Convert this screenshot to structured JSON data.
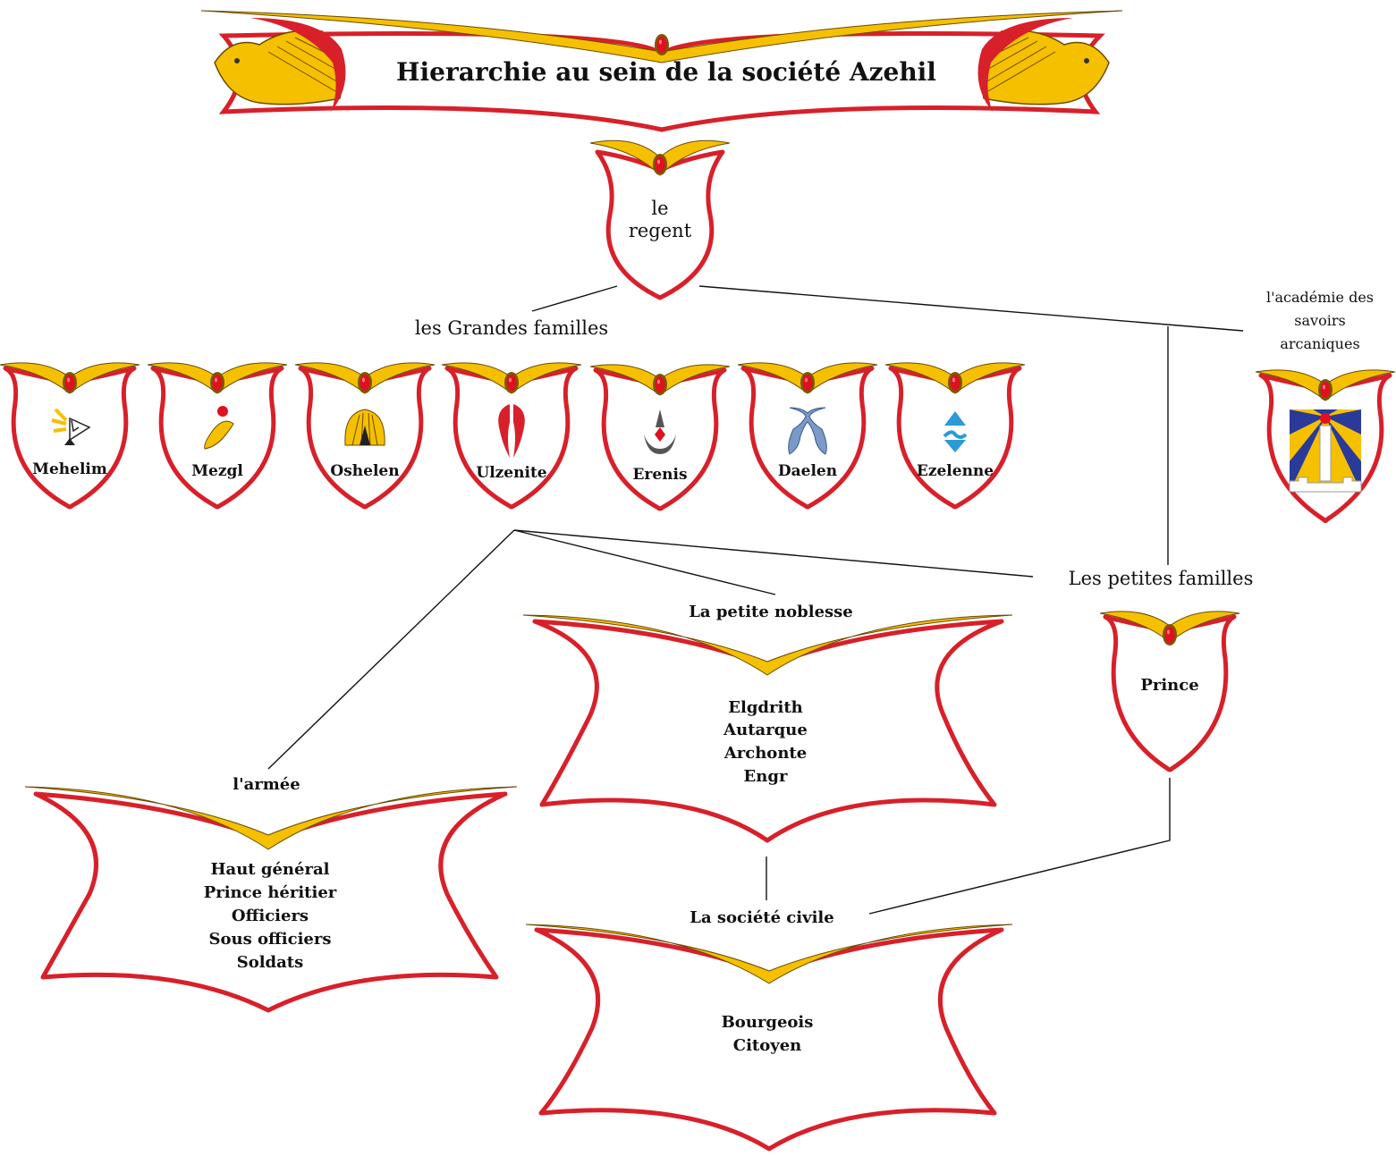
{
  "title": "Hierarchie au sein de la société Azehil",
  "regent": {
    "lines": [
      "le",
      "regent"
    ]
  },
  "grandes_familles_label": "les Grandes familles",
  "families": [
    "Mehelim",
    "Mezgl",
    "Oshelen",
    "Ulzenite",
    "Erenis",
    "Daelen",
    "Ezelenne"
  ],
  "academie": {
    "lines": [
      "l'académie des",
      "savoirs",
      "arcaniques"
    ]
  },
  "petites_familles": {
    "label": "Les petites familles",
    "shield": "Prince"
  },
  "petite_noblesse": {
    "label": "La petite noblesse",
    "ranks": [
      "Elgdrith",
      "Autarque",
      "Archonte",
      "Engr"
    ]
  },
  "armee": {
    "label": "l'armée",
    "ranks": [
      "Haut général",
      "Prince héritier",
      "Officiers",
      "Sous officiers",
      "Soldats"
    ]
  },
  "societe_civile": {
    "label": "La société civile",
    "ranks": [
      "Bourgeois",
      "Citoyen"
    ]
  },
  "colors": {
    "red": "#d8202a",
    "gold": "#f5c000",
    "gem": "#e01020",
    "blue": "#2a3a9a",
    "steel": "#7a9ac8"
  }
}
